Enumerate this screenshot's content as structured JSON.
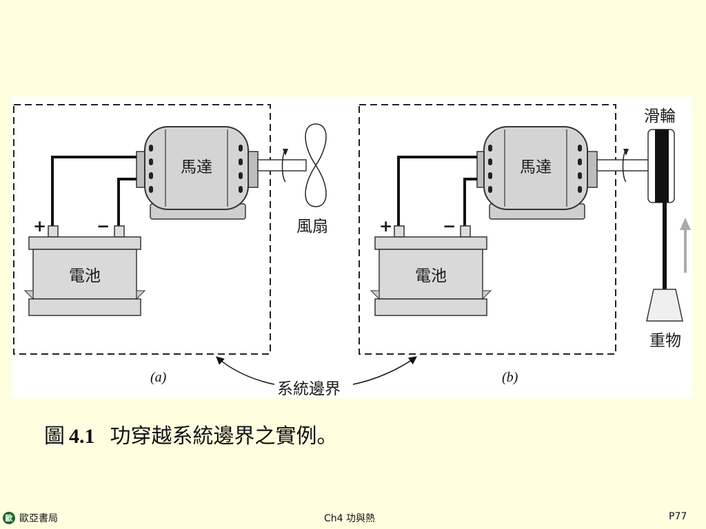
{
  "diagram": {
    "motor_label_a": "馬達",
    "motor_label_b": "馬達",
    "battery_label_a": "電池",
    "battery_label_b": "電池",
    "plus_a": "+",
    "minus_a": "−",
    "plus_b": "+",
    "minus_b": "−",
    "fan_label": "風扇",
    "pulley_label": "滑輪",
    "weight_label": "重物",
    "boundary_label": "系統邊界",
    "panel_a_label": "(a)",
    "panel_b_label": "(b)"
  },
  "caption": {
    "prefix": "圖",
    "number": "4.1",
    "text": "功穿越系統邊界之實例。"
  },
  "footer": {
    "logo_glyph": "歐",
    "publisher": "歐亞書局",
    "chapter": "Ch4 功與熱",
    "page": "P77"
  },
  "colors": {
    "background": "#ffffe0",
    "figure_bg": "#ffffff",
    "motor_gray": "#d4d4d4",
    "battery_gray": "#d9d9d9",
    "logo_green": "#1a6a2a"
  }
}
